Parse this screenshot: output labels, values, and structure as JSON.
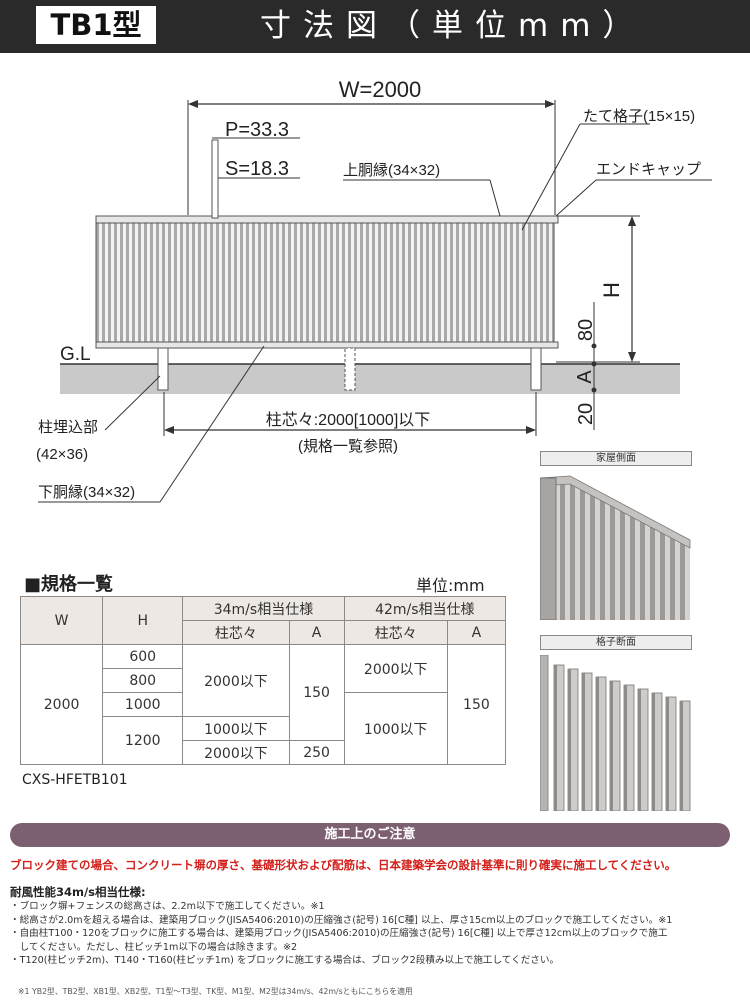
{
  "header": {
    "badge": "TB1型",
    "title": "寸法図（単位mm）"
  },
  "diagram": {
    "width_label": "W=2000",
    "pitch_label": "P=33.3",
    "spacing_label": "S=18.3",
    "tate_koushi": "たて格子(15×15)",
    "upper_rail": "上胴縁(34×32)",
    "end_cap": "エンドキャップ",
    "height_label": "H",
    "dim_80": "80",
    "dim_a": "A",
    "dim_20": "20",
    "gl_label": "G.L",
    "post_pitch": "柱芯々:2000[1000]以下",
    "post_pitch_note": "(規格一覧参照)",
    "post_embed": "柱埋込部",
    "post_embed_size": "(42×36)",
    "lower_rail": "下胴縁(34×32)"
  },
  "side_views": {
    "house_side": "家屋側面",
    "lattice_section": "格子断面"
  },
  "spec": {
    "title": "■規格一覧",
    "unit": "単位:mm",
    "headers": {
      "w": "W",
      "h": "H",
      "spec34": "34m/s相当仕様",
      "spec42": "42m/s相当仕様",
      "pitch": "柱芯々",
      "a": "A"
    },
    "w_value": "2000",
    "h_values": [
      "600",
      "800",
      "1000",
      "1200"
    ],
    "pitch34_a": "2000以下",
    "pitch34_b": "1000以下",
    "pitch34_c": "2000以下",
    "a34_a": "150",
    "a34_b": "250",
    "pitch42_a": "2000以下",
    "pitch42_b": "1000以下",
    "a42": "150",
    "product_code": "CXS-HFETB101"
  },
  "notes": {
    "bar": "施工上のご注意",
    "red": "ブロック建ての場合、コンクリート塀の厚さ、基礎形状および配筋は、日本建築学会の設計基準に則り確実に施工してください。",
    "heading": "耐風性能34m/s相当仕様:",
    "items": [
      "・ブロック塀+フェンスの総高さは、2.2m以下で施工してください。※1",
      "・総高さが2.0mを超える場合は、建築用ブロック(JISA5406:2010)の圧縮強さ(記号) 16[C種] 以上、厚さ15cm以上のブロックで施工してください。※1",
      "・自由柱T100・120をブロックに施工する場合は、建築用ブロック(JISA5406:2010)の圧縮強さ(記号) 16[C種] 以上で厚さ12cm以上のブロックで施工",
      "　してください。ただし、柱ピッチ1m以下の場合は除きます。※2",
      "・T120(柱ピッチ2m)、T140・T160(柱ピッチ1m) をブロックに施工する場合は、ブロック2段積み以上で施工してください。"
    ],
    "footnote": "※1 YB2型、TB2型、XB1型、XB2型、T1型～T3型、TK型、M1型、M2型は34m/s、42m/sともにこちらを適用"
  }
}
